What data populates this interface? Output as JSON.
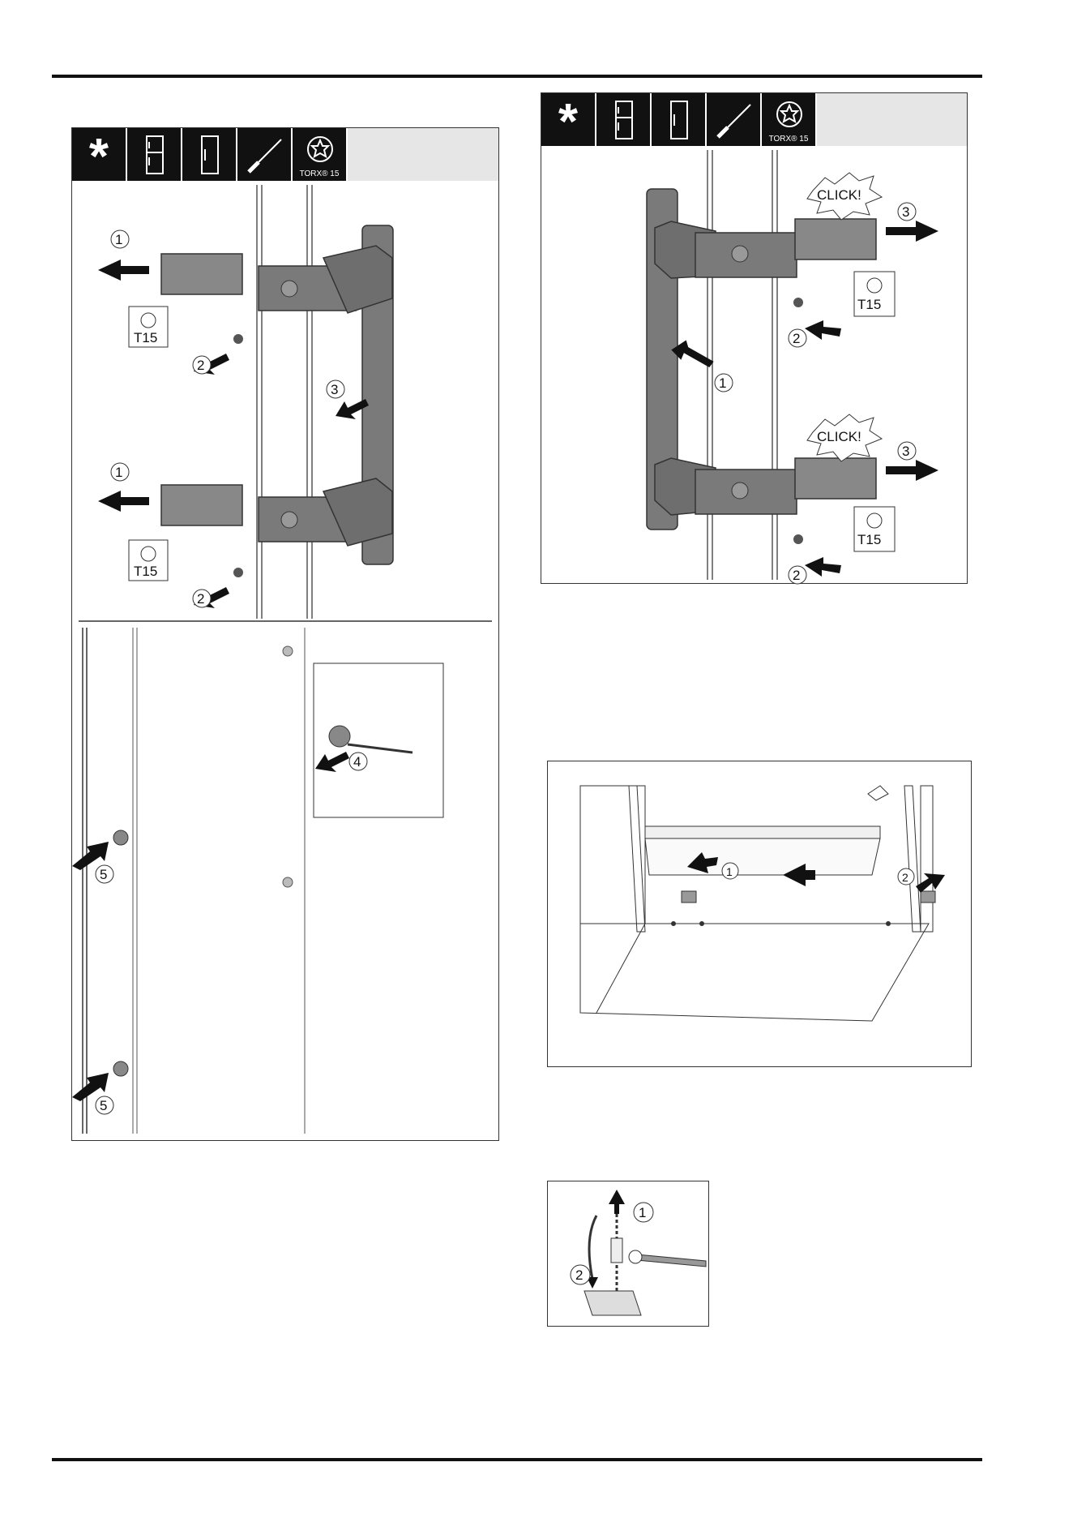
{
  "toolbar": {
    "star": "*",
    "icons": [
      "fridge-freezer-icon",
      "fridge-door-icon",
      "screwdriver-icon",
      "torx-icon"
    ],
    "torx_label": "TORX® 15"
  },
  "labels": {
    "t15": "T15",
    "click": "CLICK!",
    "n1": "1",
    "n2": "2",
    "n3": "3",
    "n4": "4",
    "n5": "5"
  }
}
